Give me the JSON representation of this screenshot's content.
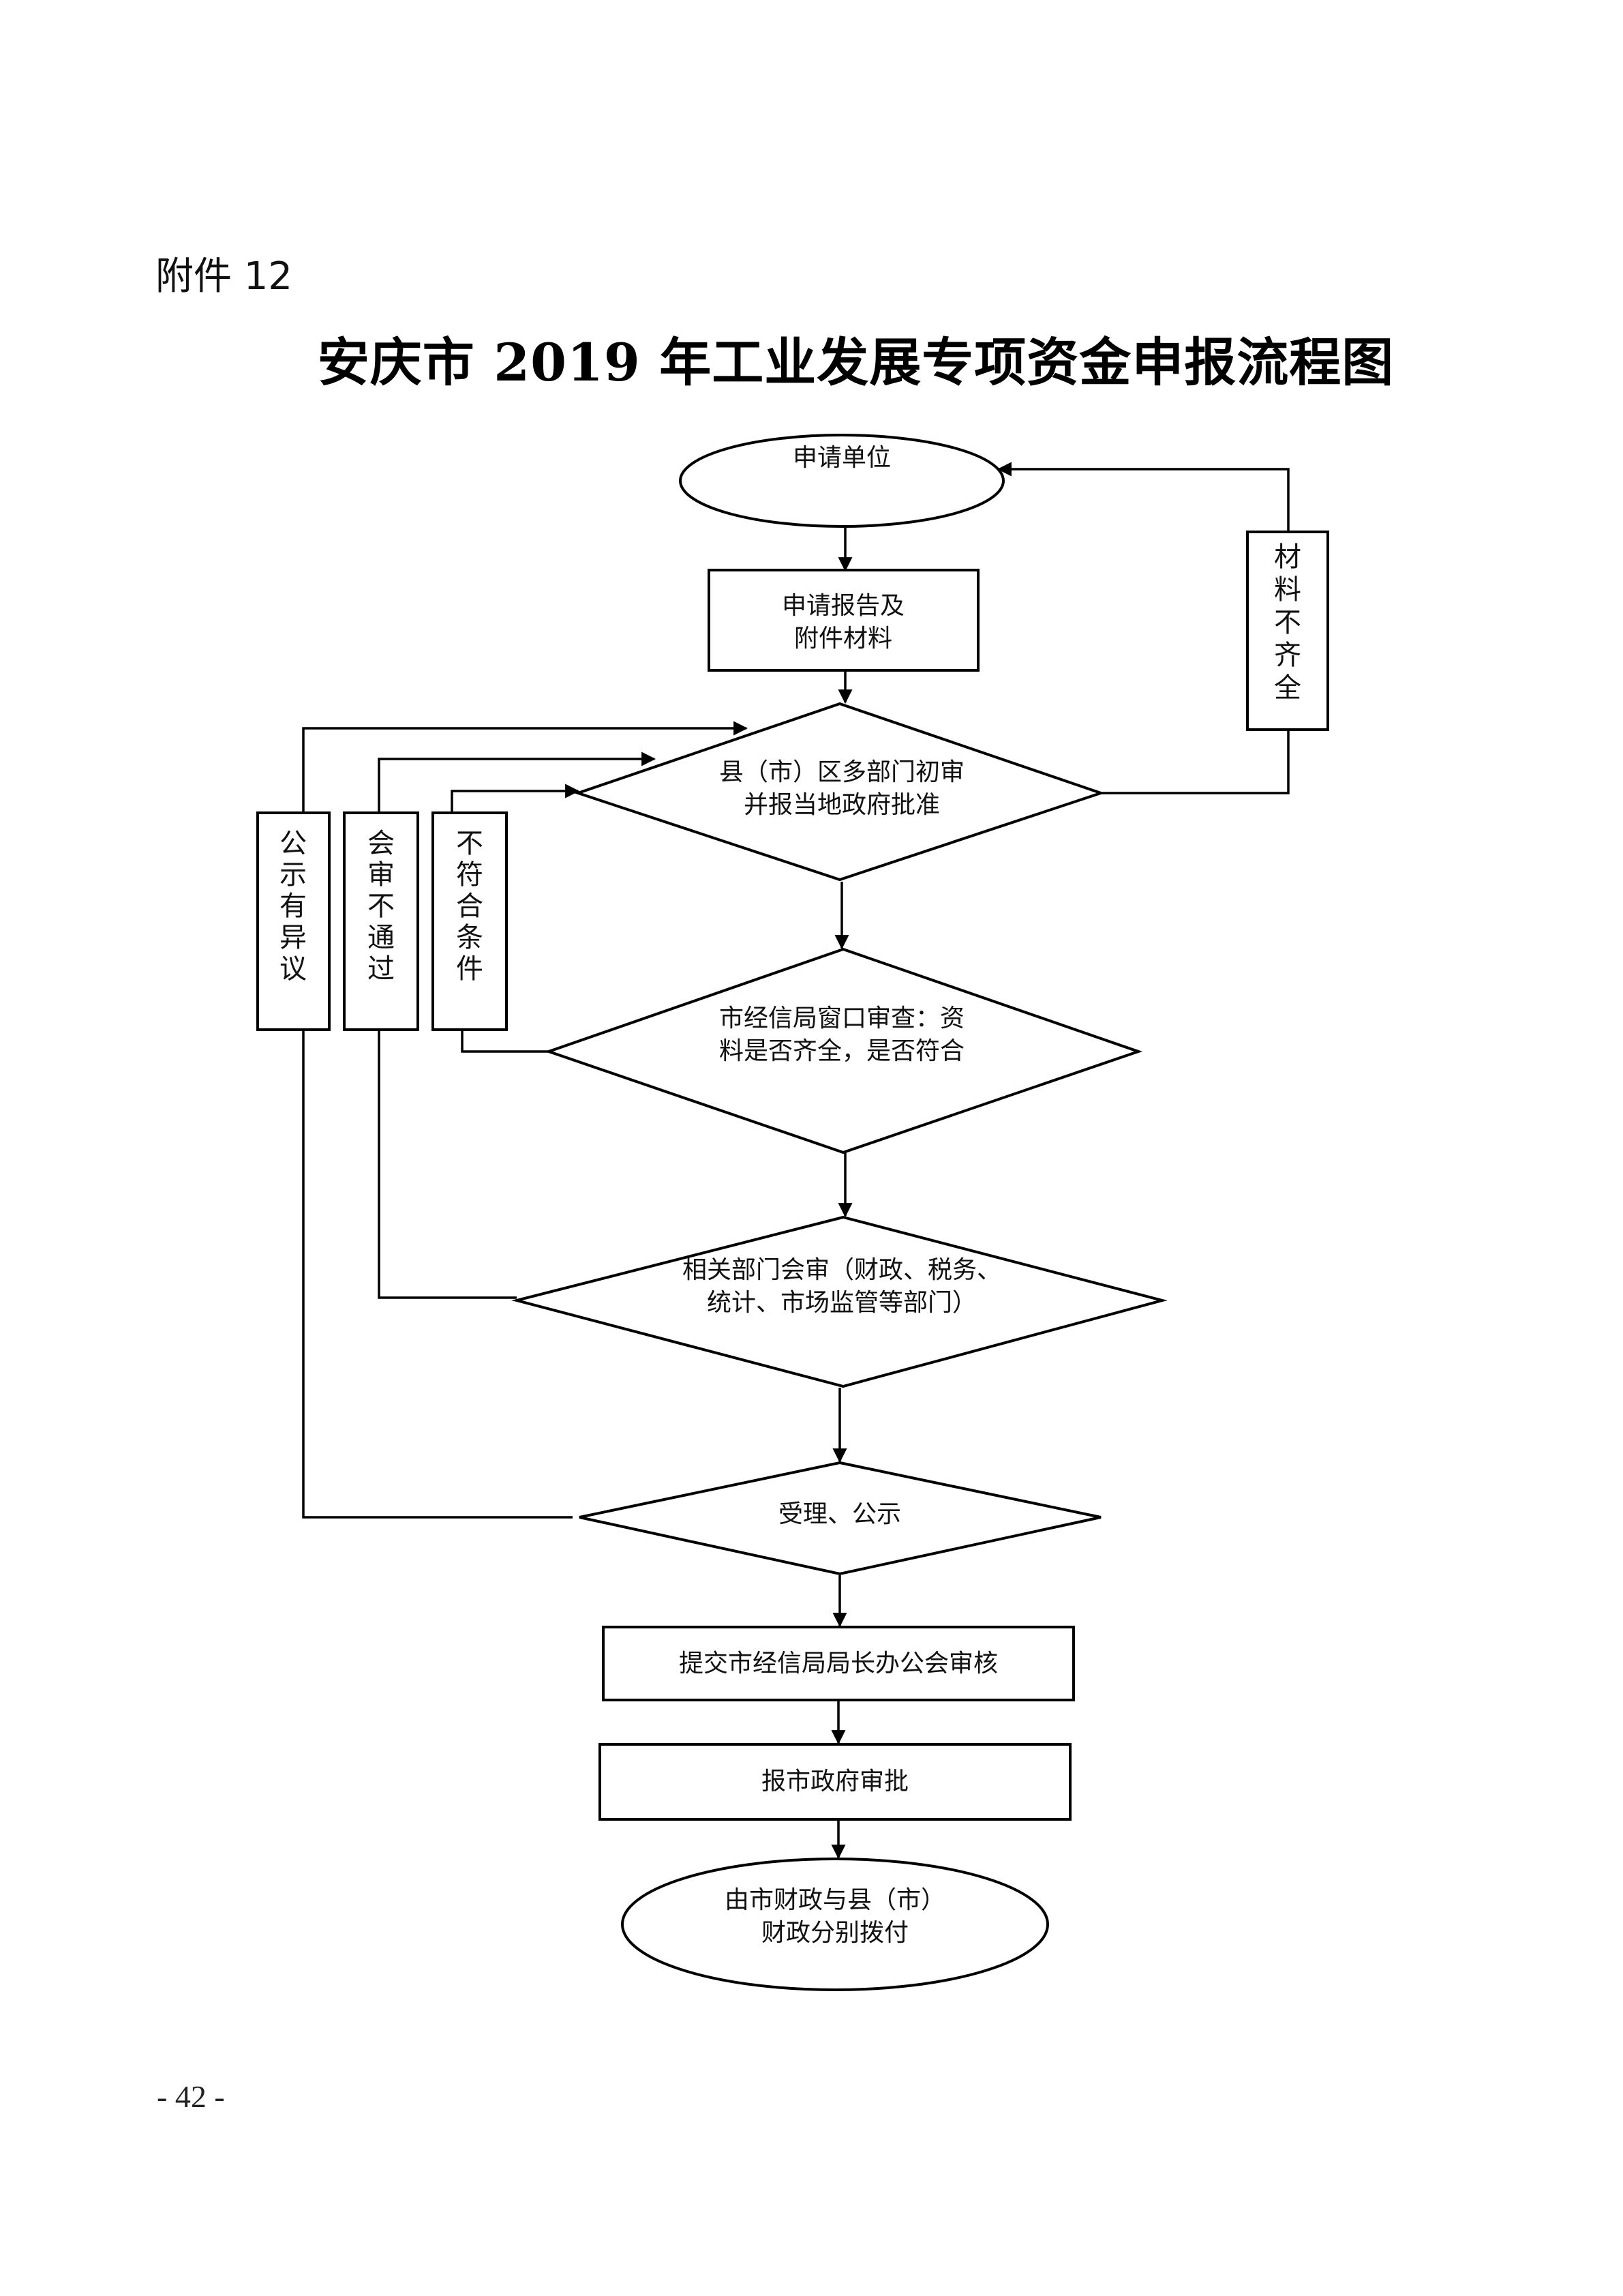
{
  "header": {
    "attachment": "附件 12",
    "title": "安庆市 2019 年工业发展专项资金申报流程图"
  },
  "flow": {
    "start": "申请单位",
    "report": [
      "申请报告及",
      "附件材料"
    ],
    "county_review": [
      "县（市）区多部门初审",
      "并报当地政府批准"
    ],
    "window_review": [
      "市经信局窗口审查：资",
      "料是否齐全，是否符合"
    ],
    "joint_review": [
      "相关部门会审（财政、税务、",
      "统计、市场监管等部门）"
    ],
    "accept": "受理、公示",
    "director_review": "提交市经信局局长办公会审核",
    "gov_approval": "报市政府审批",
    "end": [
      "由市财政与县（市）",
      "财政分别拨付"
    ]
  },
  "feedback": {
    "incomplete": [
      "材",
      "料",
      "不",
      "齐",
      "全"
    ],
    "objection": [
      "公",
      "示",
      "有",
      "异",
      "议"
    ],
    "not_passed": [
      "会",
      "审",
      "不",
      "通",
      "过"
    ],
    "not_qualified": [
      "不",
      "符",
      "合",
      "条",
      "件"
    ]
  },
  "footer": {
    "page": "- 42 -"
  }
}
